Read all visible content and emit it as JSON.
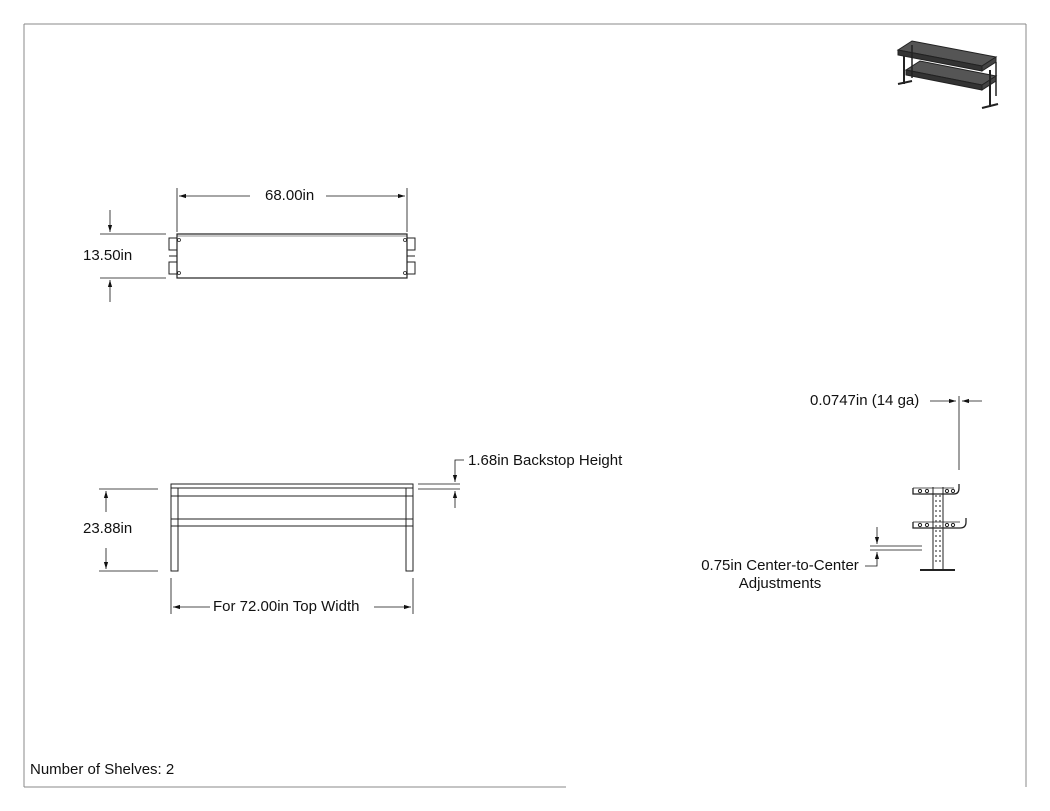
{
  "drawing": {
    "top_view": {
      "width_label": "68.00in",
      "depth_label": "13.50in"
    },
    "front_view": {
      "height_label": "23.88in",
      "backstop_label": "1.68in Backstop Height",
      "top_width_label": "For 72.00in Top Width"
    },
    "side_view": {
      "thickness_label": "0.0747in (14 ga)",
      "adjustment_label_line1": "0.75in Center-to-Center",
      "adjustment_label_line2": "Adjustments"
    },
    "footer": {
      "shelves_label": "Number of Shelves: 2"
    }
  }
}
